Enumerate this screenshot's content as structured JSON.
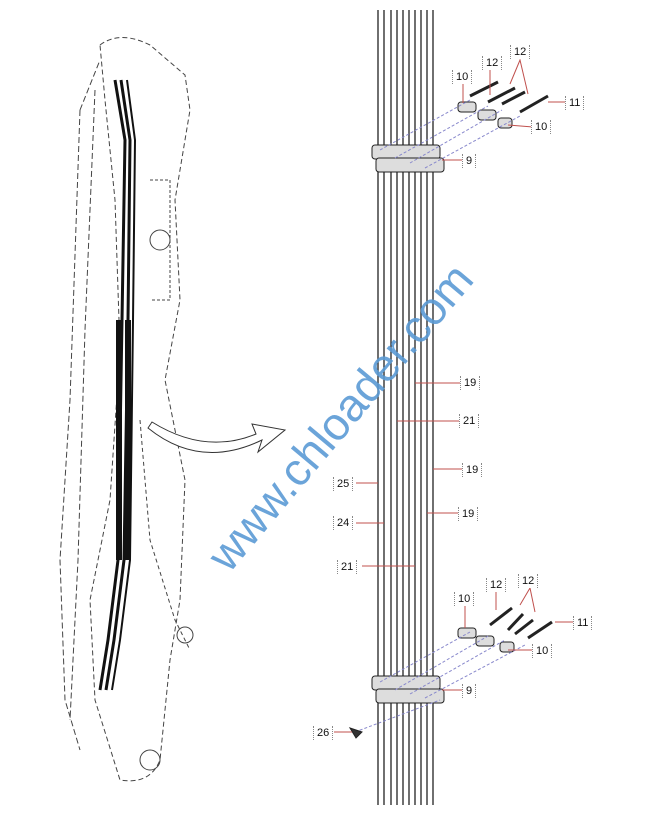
{
  "callouts": {
    "top": {
      "c12a": "12",
      "c12b": "12",
      "c10a": "10",
      "c11": "11",
      "c10b": "10",
      "c9": "9"
    },
    "middle": {
      "c19a": "19",
      "c21a": "21",
      "c19b": "19",
      "c25": "25",
      "c24": "24",
      "c19c": "19",
      "c21b": "21"
    },
    "bottom": {
      "c12a": "12",
      "c12b": "12",
      "c10a": "10",
      "c11": "11",
      "c10b": "10",
      "c9": "9",
      "c26": "26"
    }
  },
  "watermark": "www.chloader.com",
  "colors": {
    "leader": "#c0504d",
    "watermark": "#5b9bd5",
    "line": "#222222"
  }
}
